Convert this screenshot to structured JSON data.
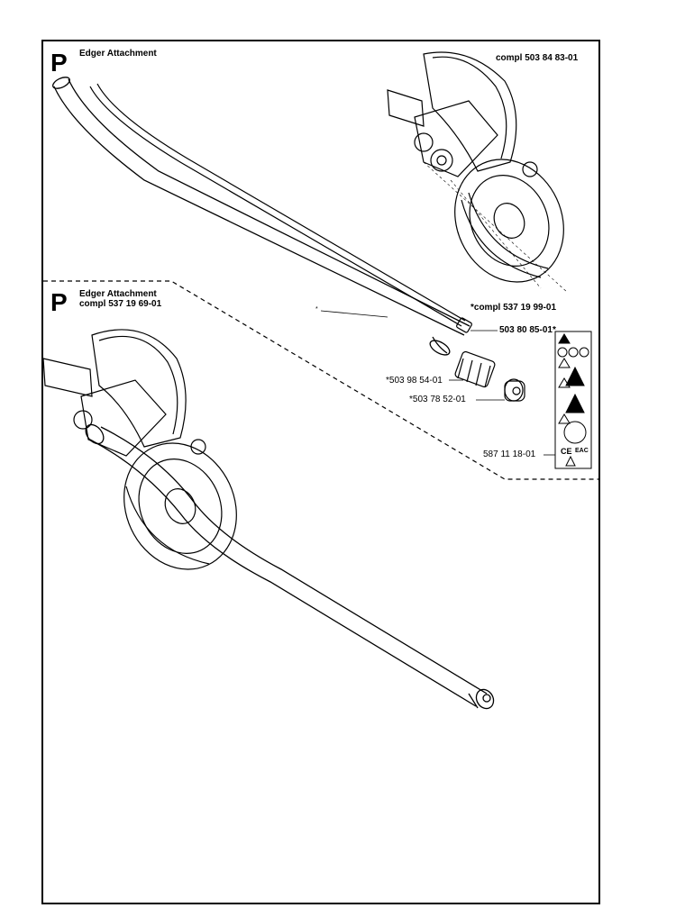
{
  "section_upper": {
    "letter": "P",
    "title": "Edger Attachment"
  },
  "section_lower": {
    "letter": "P",
    "title": "Edger Attachment",
    "subtitle": "compl 537 19 69-01"
  },
  "parts": {
    "head_top": "compl 503 84 83-01",
    "shaft_assembly": "*compl 537 19 99-01",
    "shaft_marker": "*",
    "drive_shaft": "503 80 85-01*",
    "bearing": "*503 98 54-01",
    "end_cap": "*503 78 52-01",
    "decal": "587 11 18-01"
  },
  "decal_marks": {
    "ce": "CE",
    "eac": "EAC"
  }
}
